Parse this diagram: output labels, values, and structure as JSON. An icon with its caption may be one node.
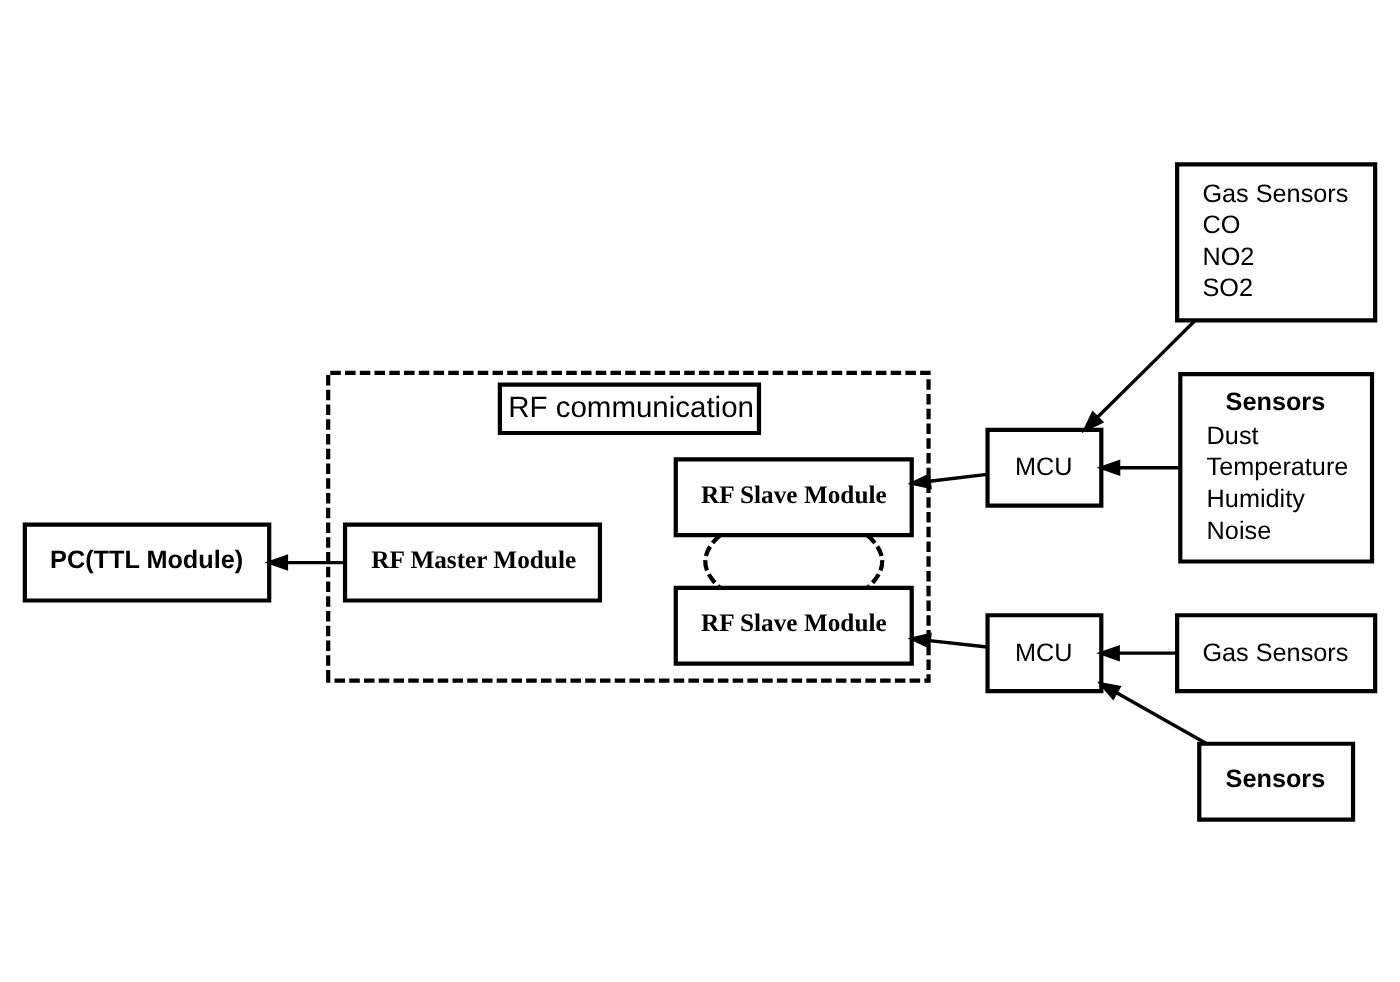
{
  "diagram": {
    "nodes": [
      {
        "text": [
          "RF communication"
        ]
      },
      {
        "text": [
          "RF Master Module"
        ],
        "in": 0
      },
      {
        "text": [
          "RF Slave Module"
        ],
        "in": 0
      },
      {
        "text": [
          "RF Slave Module"
        ],
        "in": 0
      },
      {
        "text": [
          "PC(TTL Module)"
        ]
      },
      {
        "text": [
          "MCU"
        ]
      },
      {
        "text": [
          "MCU"
        ]
      },
      {
        "text": [
          "Gas Sensors",
          "CO NO2 SO2"
        ]
      },
      {
        "text": [
          "Sensors",
          "Dust Temperature Humidity Noise"
        ]
      },
      {
        "text": [
          "Gas Sensors"
        ]
      },
      {
        "text": [
          "Sensors"
        ]
      }
    ],
    "edges": [
      {
        "from": 1,
        "to": 4,
        "arrow": "to"
      },
      {
        "from": 5,
        "to": 2,
        "arrow": "to"
      },
      {
        "from": 7,
        "to": 5,
        "arrow": "to"
      },
      {
        "from": 8,
        "to": 5,
        "arrow": "to"
      },
      {
        "from": 6,
        "to": 3,
        "arrow": "to"
      },
      {
        "from": 9,
        "to": 6,
        "arrow": "to"
      },
      {
        "from": 10,
        "to": 6,
        "arrow": "to"
      },
      {
        "from": 2,
        "to": 3,
        "arrow": "none",
        "style": "dashed"
      },
      {
        "from": 2,
        "to": 3,
        "arrow": "none",
        "style": "dashed"
      }
    ]
  }
}
